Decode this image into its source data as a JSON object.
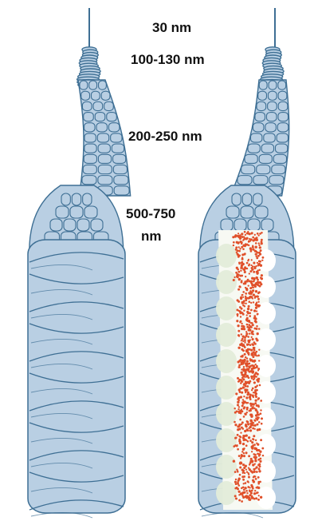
{
  "labels": {
    "fiber_30": "30 nm",
    "fiber_100": "100-130 nm",
    "fiber_200": "200-250 nm",
    "fiber_500_line1": "500-750",
    "fiber_500_line2": "nm"
  },
  "colors": {
    "chromatin_fill": "#b9cfe3",
    "chromatin_stroke": "#3e6f94",
    "core_fill": "#e3ecd9",
    "core_dots": "#e0502a"
  }
}
